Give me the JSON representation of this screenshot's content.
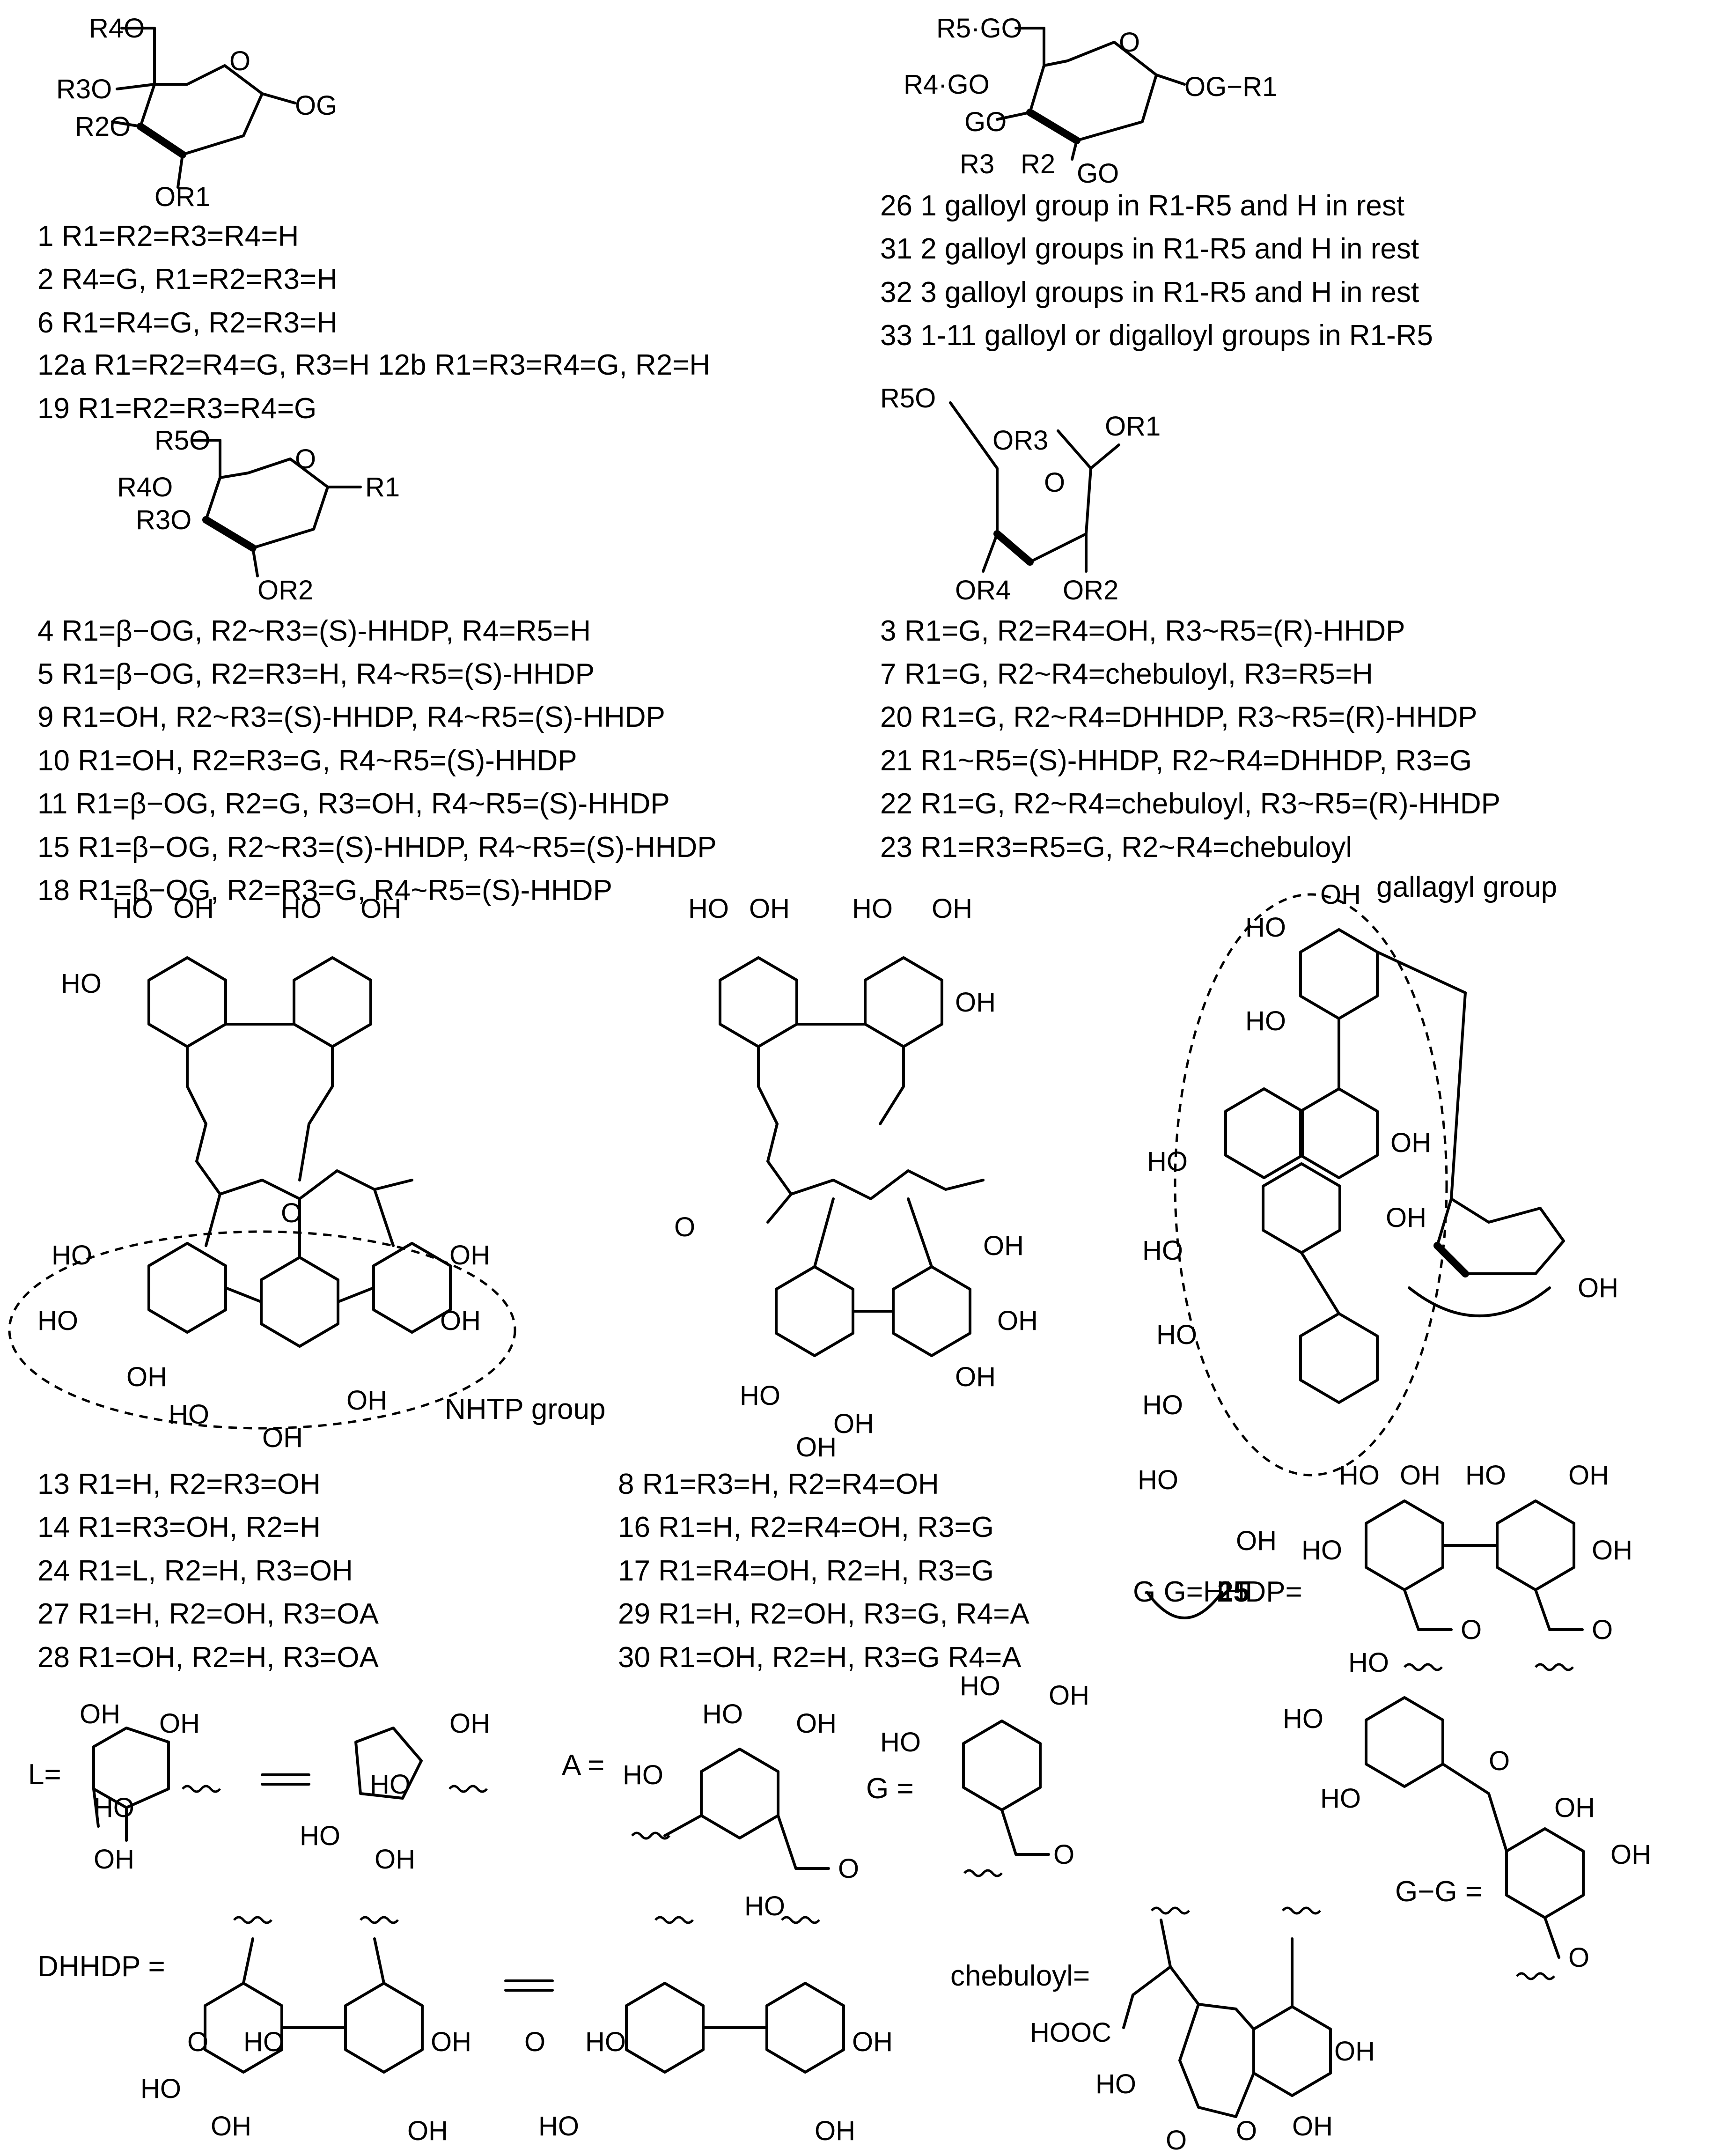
{
  "group_a": {
    "fragments": [
      "R4O",
      "R3O",
      "R2O",
      "O",
      "OG",
      "OR1"
    ],
    "entries": [
      "1 R1=R2=R3=R4=H",
      "2 R4=G, R1=R2=R3=H",
      "6 R1=R4=G, R2=R3=H",
      "12a R1=R2=R4=G, R3=H  12b R1=R3=R4=G, R2=H",
      "19 R1=R2=R3=R4=G"
    ]
  },
  "group_b": {
    "fragments": [
      "R5·GO",
      "R4·GO",
      "GO",
      "GO",
      "R3",
      "R2",
      "O",
      "OG−R1"
    ],
    "entries": [
      "26 1 galloyl group in R1-R5 and H in rest",
      "31 2 galloyl groups in R1-R5 and H in rest",
      "32 3 galloyl groups in R1-R5 and H in rest",
      "33 1-11 galloyl or digalloyl groups in R1-R5"
    ]
  },
  "group_c": {
    "fragments": [
      "R5O",
      "R4O",
      "R3O",
      "O",
      "R1",
      "OR2"
    ],
    "entries": [
      "4 R1=β−OG, R2~R3=(S)-HHDP, R4=R5=H",
      "5 R1=β−OG, R2=R3=H, R4~R5=(S)-HHDP",
      "9 R1=OH, R2~R3=(S)-HHDP, R4~R5=(S)-HHDP",
      "10 R1=OH, R2=R3=G, R4~R5=(S)-HHDP",
      "11 R1=β−OG, R2=G, R3=OH, R4~R5=(S)-HHDP",
      "15 R1=β−OG, R2~R3=(S)-HHDP, R4~R5=(S)-HHDP",
      "18 R1=β−OG, R2=R3=G, R4~R5=(S)-HHDP"
    ]
  },
  "group_d": {
    "fragments": [
      "R5O",
      "OR3",
      "OR1",
      "O",
      "OR4",
      "OR2"
    ],
    "entries": [
      "3 R1=G, R2=R4=OH, R3~R5=(R)-HHDP",
      "7 R1=G, R2~R4=chebuloyl, R3=R5=H",
      "20 R1=G, R2~R4=DHHDP, R3~R5=(R)-HHDP",
      "21 R1~R5=(S)-HHDP, R2~R4=DHHDP, R3=G",
      "22 R1=G, R2~R4=chebuloyl, R3~R5=(R)-HHDP",
      "23 R1=R3=R5=G, R2~R4=chebuloyl"
    ]
  },
  "group_e": {
    "nhtp_label": "NHTP group",
    "entries": [
      "13 R1=H, R2=R3=OH",
      "14 R1=R3=OH, R2=H",
      "24 R1=L, R2=H, R3=OH",
      "27 R1=H, R2=OH, R3=OA",
      "28 R1=OH, R2=H, R3=OA"
    ]
  },
  "group_f": {
    "entries": [
      "8 R1=R3=H, R2=R4=OH",
      "16 R1=H, R2=R4=OH, R3=G",
      "17 R1=R4=OH, R2=H, R3=G",
      "29 R1=H, R2=OH, R3=G, R4=A",
      "30 R1=OH, R2=H, R3=G R4=A"
    ]
  },
  "compound_25": {
    "number": "25",
    "gallagyl_label": "gallagyl group"
  },
  "definitions": {
    "hhdp": "G    G=HHDP=",
    "L": "L=",
    "A": "A =",
    "G": "G =",
    "DHHDP": "DHHDP =",
    "chebuloyl": "chebuloyl=",
    "GG": "G−G ="
  },
  "atom_labels": {
    "OH": "OH",
    "HO": "HO",
    "O": "O",
    "HOOC": "HOOC"
  }
}
